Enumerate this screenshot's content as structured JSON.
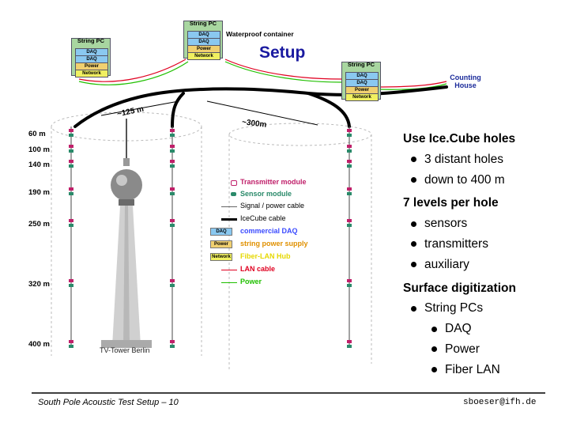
{
  "title": "Setup",
  "container_label": "Waterproof container",
  "counting_house": "Counting House",
  "pc_box": {
    "header": "String PC",
    "rows": [
      "DAQ",
      "DAQ",
      "Power",
      "Network"
    ]
  },
  "distances": [
    "~125 m",
    "~300m"
  ],
  "depths": [
    "60 m",
    "100 m",
    "140 m",
    "190 m",
    "250 m",
    "320 m",
    "400 m"
  ],
  "legend": [
    {
      "label": "Transmitter module",
      "color": "#c0206a"
    },
    {
      "label": "Sensor module",
      "color": "#2a8a6a"
    },
    {
      "label": "Signal / power cable",
      "color": "#666666"
    },
    {
      "label": "IceCube cable",
      "color": "#000000"
    },
    {
      "label": "commercial DAQ",
      "color": "#3a4aff",
      "swatch": "DAQ",
      "swatch_bg": "#8ac8f0"
    },
    {
      "label": "string power supply",
      "color": "#e09000",
      "swatch": "Power",
      "swatch_bg": "#f0d070"
    },
    {
      "label": "Fiber-LAN Hub",
      "color": "#e6d800",
      "swatch": "Network",
      "swatch_bg": "#f0f060"
    },
    {
      "label": "LAN cable",
      "color": "#e00020"
    },
    {
      "label": "Power",
      "color": "#20c000"
    }
  ],
  "tv_caption": "TV-Tower Berlin",
  "bullets": {
    "g1_head": "Use Ice.Cube holes",
    "g1_items": [
      "3 distant holes",
      "down to 400 m"
    ],
    "g2_head": "7 levels per hole",
    "g2_items": [
      "sensors",
      "transmitters",
      "auxiliary"
    ],
    "g3_head": "Surface digitization",
    "g3_item": "String PCs",
    "g3_sub": [
      "DAQ",
      "Power",
      "Fiber LAN"
    ]
  },
  "footer_left": "South Pole Acoustic Test Setup – 10",
  "footer_right": "sboeser@ifh.de"
}
